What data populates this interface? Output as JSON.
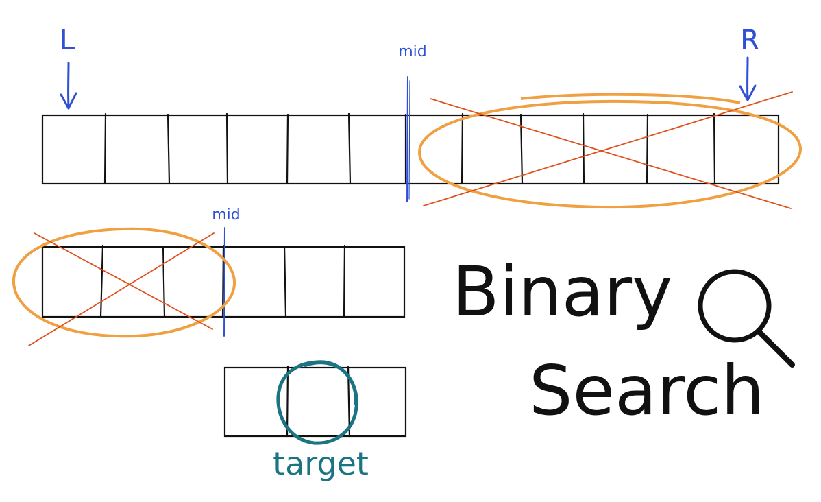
{
  "title": {
    "line1": "Binary",
    "line2": "Search",
    "color": "#111111"
  },
  "labels": {
    "left_pointer": "L",
    "right_pointer": "R",
    "mid_1": "mid",
    "mid_2": "mid",
    "target": "target"
  },
  "icons": {
    "title": "magnifying-glass-icon",
    "arrows": "down-arrow-icon"
  },
  "colors": {
    "pointer": "#2f4fd6",
    "discard_ellipse": "#f0a040",
    "discard_cross": "#e0501a",
    "target": "#1a7482",
    "cells": "#111111"
  },
  "arrays": [
    {
      "name": "full-array",
      "cells": 12,
      "discarded_cells": [
        7,
        8,
        9,
        10,
        11
      ]
    },
    {
      "name": "left-half-array",
      "cells": 6,
      "discarded_cells": [
        0,
        1,
        2
      ]
    },
    {
      "name": "final-array",
      "cells": 3,
      "target_cell": 1
    }
  ]
}
